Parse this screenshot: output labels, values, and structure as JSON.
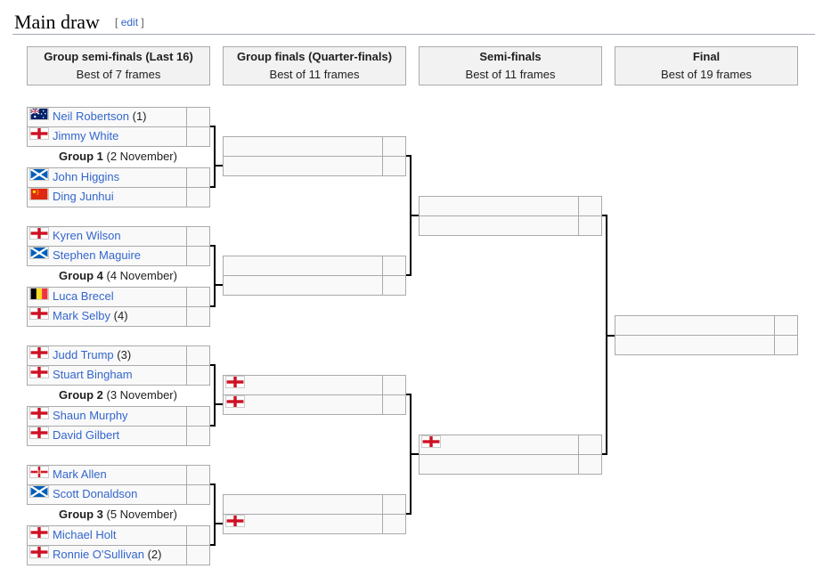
{
  "heading": {
    "title": "Main draw",
    "edit_open": "[",
    "edit_label": "edit",
    "edit_close": "]"
  },
  "rounds": [
    {
      "title": "Group semi-finals (Last 16)",
      "subtitle": "Best of 7 frames"
    },
    {
      "title": "Group finals (Quarter-finals)",
      "subtitle": "Best of 11 frames"
    },
    {
      "title": "Semi-finals",
      "subtitle": "Best of 11 frames"
    },
    {
      "title": "Final",
      "subtitle": "Best of 19 frames"
    }
  ],
  "groups": [
    {
      "label": "Group 1",
      "date": "(2 November)",
      "players": [
        {
          "name": "Neil Robertson",
          "seed": "(1)",
          "flag": "australia-flag"
        },
        {
          "name": "Jimmy White",
          "seed": "",
          "flag": "england-flag"
        },
        {
          "name": "John Higgins",
          "seed": "",
          "flag": "scotland-flag"
        },
        {
          "name": "Ding Junhui",
          "seed": "",
          "flag": "china-flag"
        }
      ]
    },
    {
      "label": "Group 4",
      "date": "(4 November)",
      "players": [
        {
          "name": "Kyren Wilson",
          "seed": "",
          "flag": "england-flag"
        },
        {
          "name": "Stephen Maguire",
          "seed": "",
          "flag": "scotland-flag"
        },
        {
          "name": "Luca Brecel",
          "seed": "",
          "flag": "belgium-flag"
        },
        {
          "name": "Mark Selby",
          "seed": "(4)",
          "flag": "england-flag"
        }
      ]
    },
    {
      "label": "Group 2",
      "date": "(3 November)",
      "players": [
        {
          "name": "Judd Trump",
          "seed": "(3)",
          "flag": "england-flag"
        },
        {
          "name": "Stuart Bingham",
          "seed": "",
          "flag": "england-flag"
        },
        {
          "name": "Shaun Murphy",
          "seed": "",
          "flag": "england-flag"
        },
        {
          "name": "David Gilbert",
          "seed": "",
          "flag": "england-flag"
        }
      ]
    },
    {
      "label": "Group 3",
      "date": "(5 November)",
      "players": [
        {
          "name": "Mark Allen",
          "seed": "",
          "flag": "northern-ireland-flag"
        },
        {
          "name": "Scott Donaldson",
          "seed": "",
          "flag": "scotland-flag"
        },
        {
          "name": "Michael Holt",
          "seed": "",
          "flag": "england-flag"
        },
        {
          "name": "Ronnie O'Sullivan",
          "seed": "(2)",
          "flag": "england-flag"
        }
      ]
    }
  ],
  "group_finals": [
    {
      "top_flag": "",
      "bottom_flag": ""
    },
    {
      "top_flag": "",
      "bottom_flag": ""
    },
    {
      "top_flag": "england-flag",
      "bottom_flag": "england-flag"
    },
    {
      "top_flag": "",
      "bottom_flag": "england-flag"
    }
  ],
  "semi_finals": [
    {
      "top_flag": "",
      "bottom_flag": ""
    },
    {
      "top_flag": "england-flag",
      "bottom_flag": ""
    }
  ],
  "final": {
    "top_flag": "",
    "bottom_flag": ""
  }
}
